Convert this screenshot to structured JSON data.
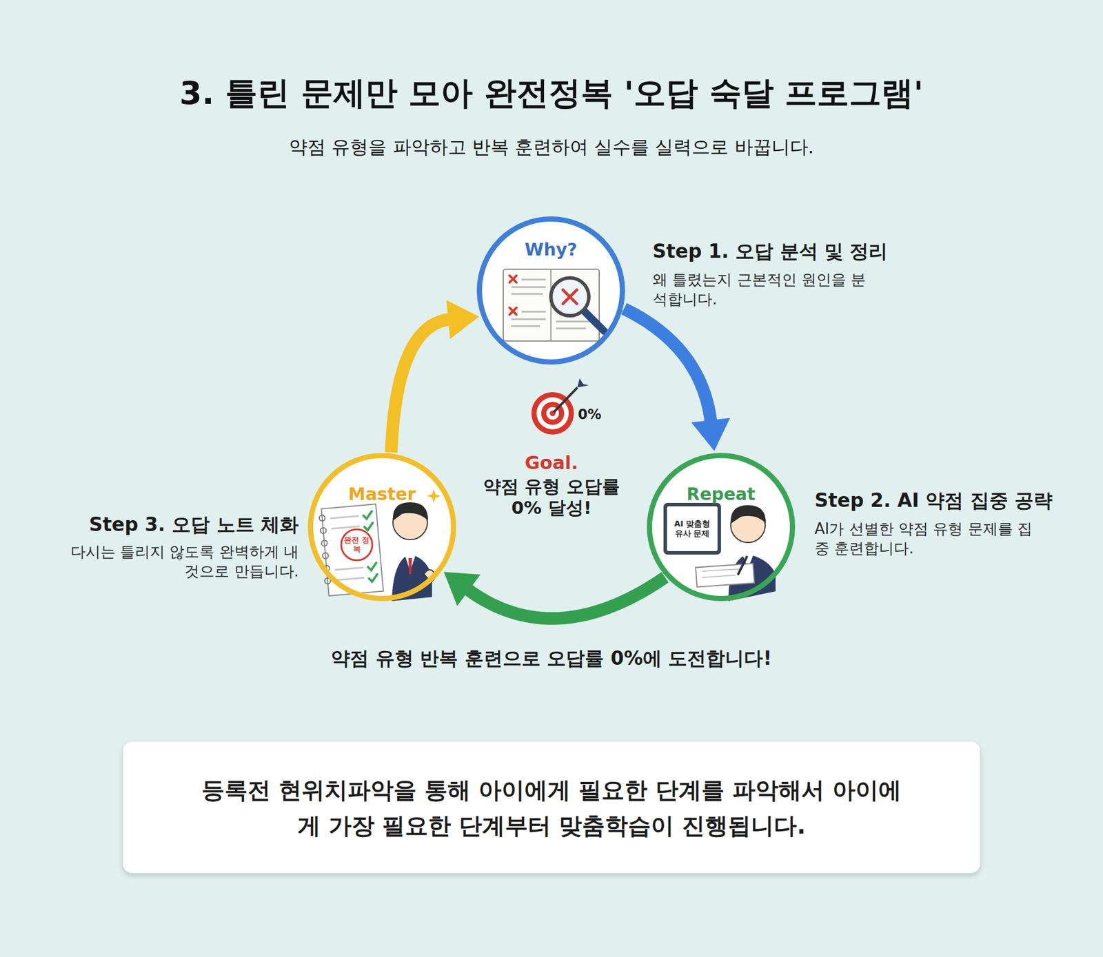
{
  "diagram": {
    "title": "3. 틀린 문제만 모아 완전정복 '오답 숙달 프로그램'",
    "caption": "약점 유형을 파악하고 반복 훈련하여 실수를 실력으로 바꿉니다.",
    "nodes": [
      {
        "text": [
          "Why?",
          "Step 1. 오답 분석 및 정리",
          "왜 틀렸는지 근본적인 원인을 분석합니다."
        ]
      },
      {
        "text": [
          "Repeat",
          "Step 2. AI 약점 집중 공략",
          "AI가 선별한 약점 유형 문제를 집중 훈련합니다."
        ]
      },
      {
        "text": [
          "Master",
          "Step 3. 오답 노트 체화",
          "다시는 틀리지 않도록 완벽하게 내 것으로 만듭니다."
        ]
      },
      {
        "text": [
          "등록전 현위치파악을 통해 아이에게 필요한 단계를 파악해서 아이에게 가장 필요한 단계부터 맞춤학습이 진행됩니다."
        ]
      }
    ],
    "edges": [
      {
        "from": 0,
        "to": 1,
        "arrow": "to"
      },
      {
        "from": 1,
        "to": 2,
        "arrow": "to"
      },
      {
        "from": 2,
        "to": 0,
        "arrow": "to"
      }
    ],
    "labels": [
      "0%",
      "Goal.",
      "약점 유형 오답률 0% 달성!",
      "약점 유형 반복 훈련으로 오답률 0%에 도전합니다!",
      "AI 맞춤형 유사 문제",
      "완전 정복"
    ]
  }
}
